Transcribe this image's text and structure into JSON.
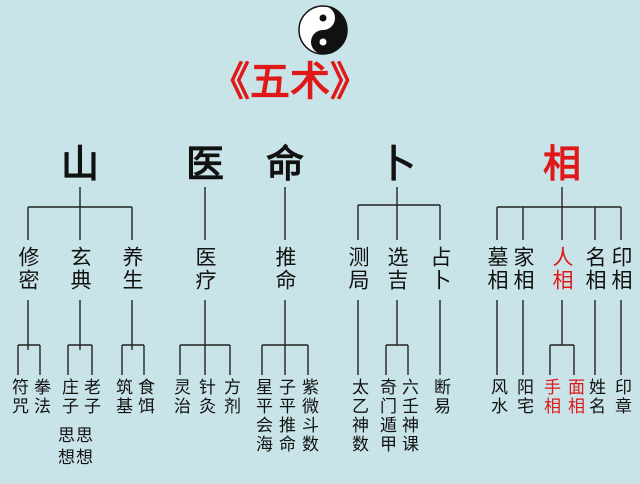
{
  "title": "《五术》",
  "colors": {
    "background": "#c9e4e8",
    "accent": "#e01818",
    "line": "#222222"
  },
  "symbol": "yin-yang-icon",
  "branches": [
    {
      "id": "shan",
      "label": "山",
      "subs": [
        {
          "label": "修密",
          "leaves": [
            "符咒",
            "拳法"
          ]
        },
        {
          "label": "玄典",
          "leaves": [
            "庄子",
            "老子",
            "思想"
          ]
        },
        {
          "label": "养生",
          "leaves": [
            "筑基",
            "食饵"
          ]
        }
      ]
    },
    {
      "id": "yi",
      "label": "医",
      "subs": [
        {
          "label": "医疗",
          "leaves": [
            "灵治",
            "针灸",
            "方剂"
          ]
        }
      ]
    },
    {
      "id": "ming",
      "label": "命",
      "subs": [
        {
          "label": "推命",
          "leaves": [
            "星平会海",
            "子平推命",
            "紫微斗数"
          ]
        }
      ]
    },
    {
      "id": "bu",
      "label": "卜",
      "subs": [
        {
          "label": "测局",
          "leaves": [
            "太乙神数"
          ]
        },
        {
          "label": "选吉",
          "leaves": [
            "奇门遁甲",
            "六壬神课"
          ]
        },
        {
          "label": "占卜",
          "leaves": [
            "断易"
          ]
        }
      ]
    },
    {
      "id": "xiang",
      "label": "相",
      "subs": [
        {
          "label": "墓相",
          "leaves": [
            "风水"
          ]
        },
        {
          "label": "家相",
          "leaves": [
            "阳宅"
          ]
        },
        {
          "label": "人相",
          "leaves": [
            "手相",
            "面相"
          ]
        },
        {
          "label": "名相",
          "leaves": [
            "姓名"
          ]
        },
        {
          "label": "印相",
          "leaves": [
            "印章"
          ]
        }
      ]
    }
  ]
}
